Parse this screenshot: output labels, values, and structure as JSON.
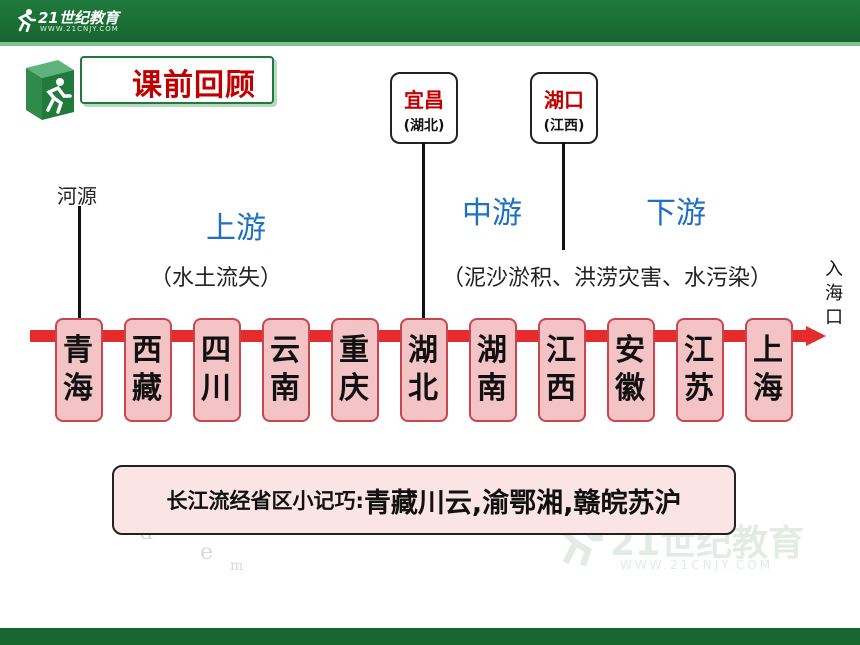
{
  "header": {
    "brand": "21世纪教育",
    "brand_sub": "WWW.21CNJY.COM"
  },
  "title": "课前回顾",
  "pins": [
    {
      "name": "宜昌",
      "province": "(湖北)"
    },
    {
      "name": "湖口",
      "province": "(江西)"
    }
  ],
  "labels": {
    "origin": "河源",
    "upper": "上游",
    "middle": "中游",
    "lower": "下游",
    "upper_note": "（水土流失）",
    "middle_note": "（泥沙淤积、洪涝灾害、水污染）",
    "mouth": [
      "入",
      "海",
      "口"
    ]
  },
  "provinces": [
    [
      "青",
      "海"
    ],
    [
      "西",
      "藏"
    ],
    [
      "四",
      "川"
    ],
    [
      "云",
      "南"
    ],
    [
      "重",
      "庆"
    ],
    [
      "湖",
      "北"
    ],
    [
      "湖",
      "南"
    ],
    [
      "江",
      "西"
    ],
    [
      "安",
      "徽"
    ],
    [
      "江",
      "苏"
    ],
    [
      "上",
      "海"
    ]
  ],
  "mnemonic": {
    "label": "长江流经省区小记巧:",
    "value": "青藏川云,渝鄂湘,赣皖苏沪"
  },
  "watermark": {
    "text": "21世纪教育",
    "sub": "WWW.21CNJY.COM"
  },
  "colors": {
    "green": "#1f7a3c",
    "red": "#c00000",
    "blue": "#1f6fc4",
    "river": "#e52b2b",
    "province_fill": "#f3c3c6"
  }
}
